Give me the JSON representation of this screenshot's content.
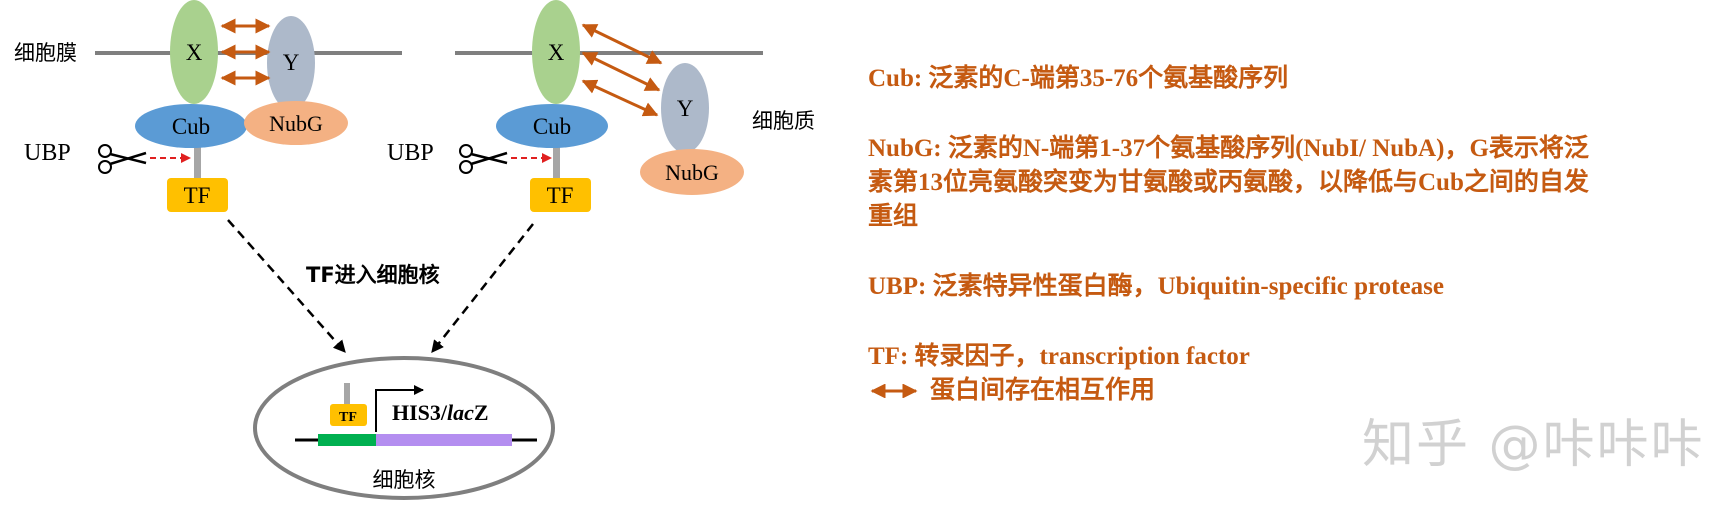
{
  "diagram": {
    "membrane_label": "细胞膜",
    "cytoplasm_label": "细胞质",
    "nucleus_label": "细胞核",
    "tf_enter_label": "TF进入细胞核",
    "left_complex": {
      "x": "X",
      "y": "Y",
      "cub": "Cub",
      "nubg": "NubG",
      "ubp": "UBP",
      "tf": "TF"
    },
    "right_complex": {
      "x": "X",
      "y": "Y",
      "cub": "Cub",
      "nubg": "NubG",
      "ubp": "UBP",
      "tf": "TF"
    },
    "nucleus": {
      "tf": "TF",
      "gene_prefix": "HIS3/",
      "gene_italic": "lac",
      "gene_suffix": "Z"
    }
  },
  "legend": {
    "cub": "Cub: 泛素的C-端第35-76个氨基酸序列",
    "nubg_line1": "NubG: 泛素的N-端第1-37个氨基酸序列(NubI/ NubA)，G表示将泛",
    "nubg_line2": "素第13位亮氨酸突变为甘氨酸或丙氨酸，以降低与Cub之间的自发",
    "nubg_line3": "重组",
    "ubp": "UBP: 泛素特异性蛋白酶，Ubiquitin-specific protease",
    "tf": "TF: 转录因子，transcription factor",
    "interaction": "蛋白间存在相互作用"
  },
  "watermark": "知乎 @咔咔咔",
  "colors": {
    "x_protein": "#a9d18e",
    "y_protein": "#adb9ca",
    "cub": "#5b9bd5",
    "nubg": "#f4b183",
    "tf": "#ffc000",
    "interaction_arrow": "#c55a11",
    "cleavage_arrow": "#e02020",
    "membrane": "#7f7f7f",
    "promoter": "#00b050",
    "gene": "#b48ef0",
    "legend_text": "#c55a11"
  }
}
